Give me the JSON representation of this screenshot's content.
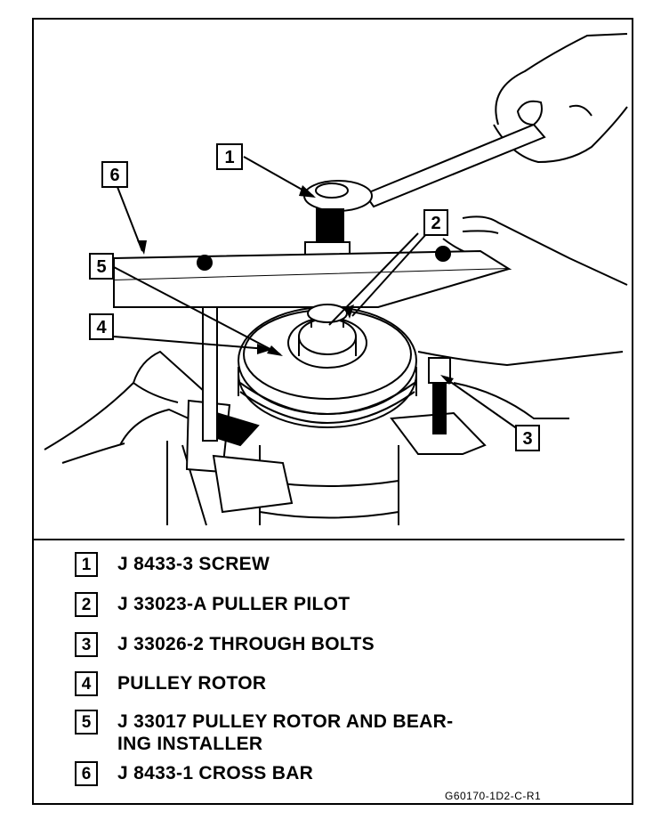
{
  "callouts": [
    "1",
    "2",
    "3",
    "4",
    "5",
    "6"
  ],
  "legend": [
    {
      "num": "1",
      "lines": [
        "J 8433-3 SCREW"
      ]
    },
    {
      "num": "2",
      "lines": [
        "J 33023-A PULLER PILOT"
      ]
    },
    {
      "num": "3",
      "lines": [
        "J 33026-2 THROUGH BOLTS"
      ]
    },
    {
      "num": "4",
      "lines": [
        "PULLEY ROTOR"
      ]
    },
    {
      "num": "5",
      "lines": [
        "J 33017 PULLEY ROTOR AND BEAR-",
        "ING INSTALLER"
      ]
    },
    {
      "num": "6",
      "lines": [
        "J 8433-1 CROSS BAR"
      ]
    }
  ],
  "figure_code": "G60170-1D2-C-R1"
}
